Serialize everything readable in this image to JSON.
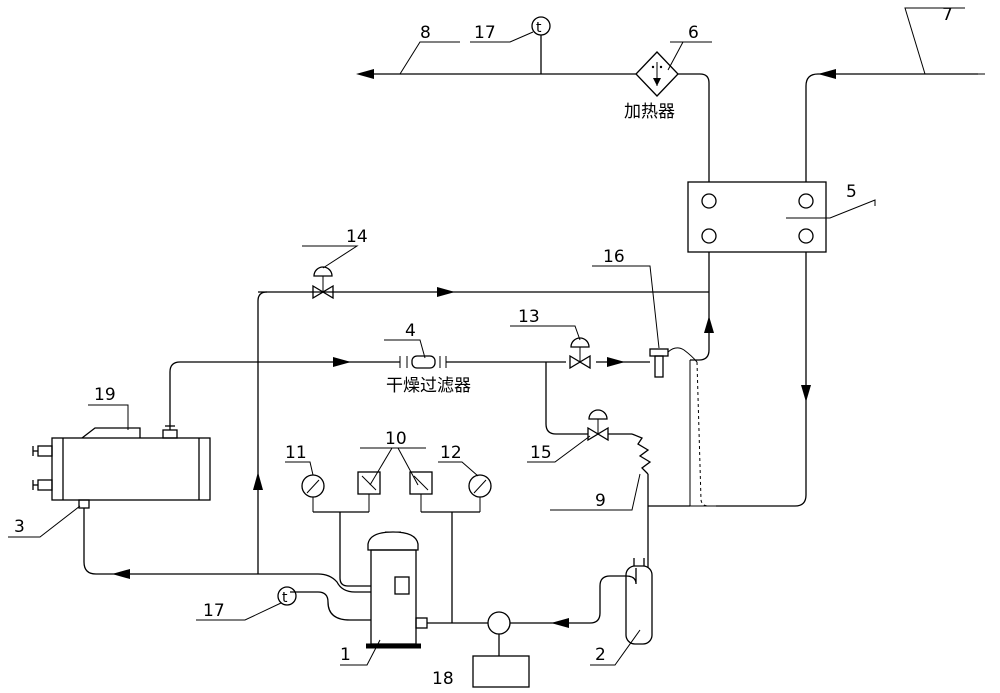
{
  "labels": {
    "n1": "1",
    "n2": "2",
    "n3": "3",
    "n4": "4",
    "n5": "5",
    "n6": "6",
    "n7": "7",
    "n8": "8",
    "n9": "9",
    "n10": "10",
    "n11": "11",
    "n12": "12",
    "n13": "13",
    "n14": "14",
    "n15": "15",
    "n16": "16",
    "n17_top": "17",
    "n17_bottom": "17",
    "n18": "18",
    "n19": "19",
    "heater": "加热器",
    "dryer_filter": "干燥过滤器"
  },
  "symbols": {
    "thermometer_glyph": "t"
  }
}
